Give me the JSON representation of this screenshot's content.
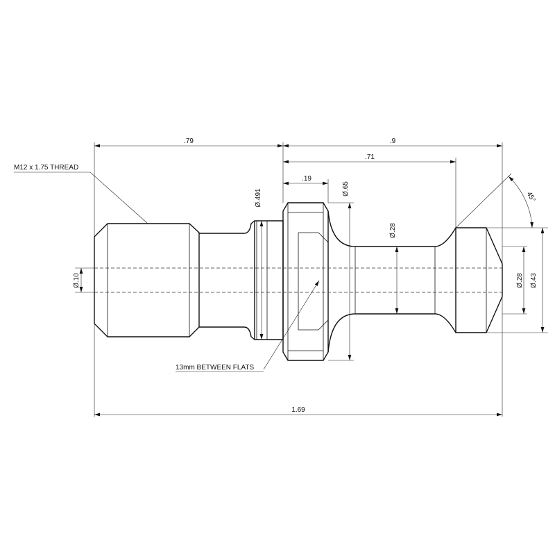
{
  "drawing": {
    "colors": {
      "line": "#111111",
      "background": "#ffffff"
    },
    "dimensions": {
      "overall_length": ".79",
      "right_length": ".9",
      "neck_length": ".71",
      "flange_width": ".19",
      "diameter_491": "Ø.491",
      "diameter_65": "Ø.65",
      "diameter_28_neck": "Ø.28",
      "diameter_10": "Ø.10",
      "diameter_28_end": "Ø.28",
      "diameter_43": "Ø.43",
      "total_length": "1.69",
      "angle": "45°"
    },
    "notes": {
      "thread": "M12 x 1.75 THREAD",
      "flats": "13mm BETWEEN FLATS"
    }
  }
}
